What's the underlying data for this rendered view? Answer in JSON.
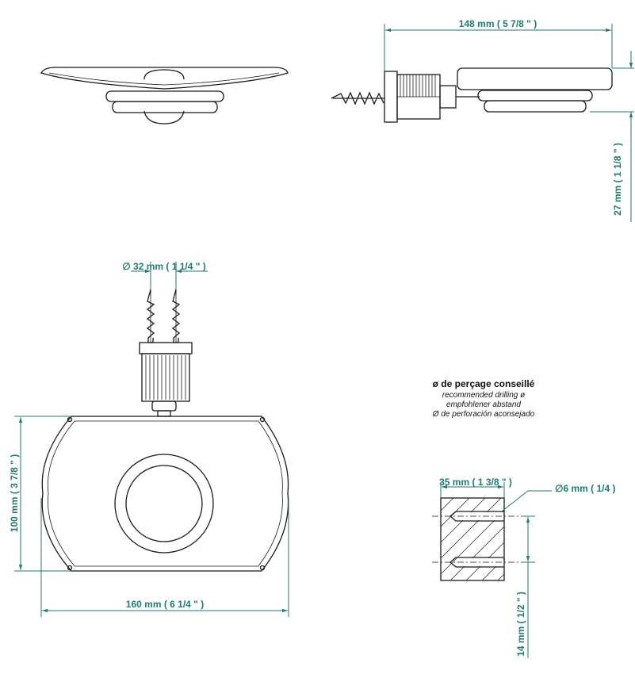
{
  "dimensions": {
    "top_width": "148 mm ( 5 7/8 \" )",
    "side_height": "27 mm ( 1 1/8 \" )",
    "screw_spacing": "∅ 32 mm ( 1 1/4 \" )",
    "front_height": "100 mm ( 3 7/8 \" )",
    "front_width": "160 mm ( 6 1/4 \" )",
    "hole_depth": "35 mm ( 1 3/8 \" )",
    "hole_diameter": "∅6 mm ( 1/4 )",
    "hole_spacing": "14 mm ( 1/2 \" )"
  },
  "drilling_note": {
    "title": "ø de perçage conseillé",
    "en": "recommended drilling ø",
    "de": "empfohlener abstand",
    "es": "Ø de perforación aconsejado"
  },
  "colors": {
    "dimension": "#1f7a74",
    "outline": "#1a1a1a"
  }
}
